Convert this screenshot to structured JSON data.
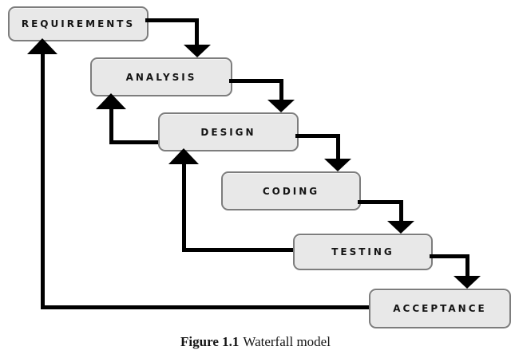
{
  "diagram": {
    "title_hidden": "",
    "stages": [
      {
        "id": "requirements",
        "label": "REQUIREMENTS"
      },
      {
        "id": "analysis",
        "label": "ANALYSIS"
      },
      {
        "id": "design",
        "label": "DESIGN"
      },
      {
        "id": "coding",
        "label": "CODING"
      },
      {
        "id": "testing",
        "label": "TESTING"
      },
      {
        "id": "acceptance",
        "label": "ACCEPTANCE"
      }
    ],
    "connections": {
      "forward": [
        {
          "from": "REQUIREMENTS",
          "to": "ANALYSIS"
        },
        {
          "from": "ANALYSIS",
          "to": "DESIGN"
        },
        {
          "from": "DESIGN",
          "to": "CODING"
        },
        {
          "from": "CODING",
          "to": "TESTING"
        },
        {
          "from": "TESTING",
          "to": "ACCEPTANCE"
        }
      ],
      "feedback": [
        {
          "from": "DESIGN",
          "to": "ANALYSIS"
        },
        {
          "from": "TESTING",
          "to": "DESIGN"
        },
        {
          "from": "ACCEPTANCE",
          "to": "REQUIREMENTS"
        }
      ]
    },
    "caption": {
      "figure_label": "Figure 1.1",
      "text": "Waterfall model"
    },
    "colors": {
      "background": "#ffffff",
      "box_fill": "#e8e8e8",
      "box_border": "#7d7d7d",
      "line": "#000000"
    }
  }
}
